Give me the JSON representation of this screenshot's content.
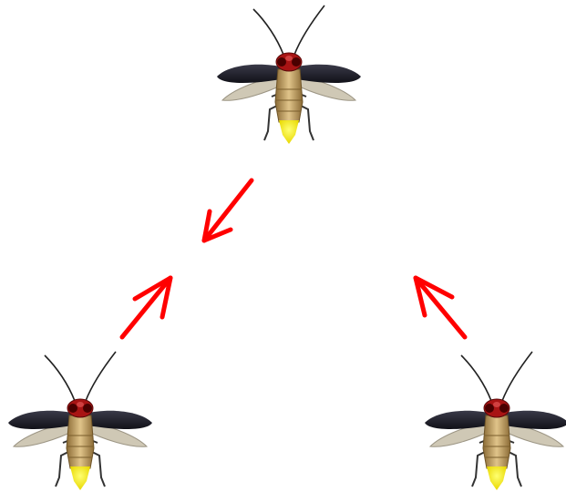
{
  "diagram": {
    "nodes": [
      {
        "id": "firefly-top",
        "kind": "firefly",
        "glow_color": "#f2e60a"
      },
      {
        "id": "firefly-bottom-left",
        "kind": "firefly",
        "glow_color": "#f2e60a"
      },
      {
        "id": "firefly-bottom-right",
        "kind": "firefly",
        "glow_color": "#f2e60a"
      }
    ],
    "arrows": [
      {
        "id": "arrow-top-to-left",
        "from": "firefly-top",
        "direction": "down-left",
        "color": "#ff0000"
      },
      {
        "id": "arrow-left-to-up",
        "from": "firefly-bottom-left",
        "direction": "up-right",
        "color": "#ff0000"
      },
      {
        "id": "arrow-right-to-up",
        "from": "firefly-bottom-right",
        "direction": "up-left",
        "color": "#ff0000"
      }
    ],
    "colors": {
      "wing_dark": "#1f1f28",
      "wing_light": "#c9c2b0",
      "head_red": "#b01818",
      "body_tan": "#c9a76a",
      "arrow": "#ff0000"
    }
  }
}
